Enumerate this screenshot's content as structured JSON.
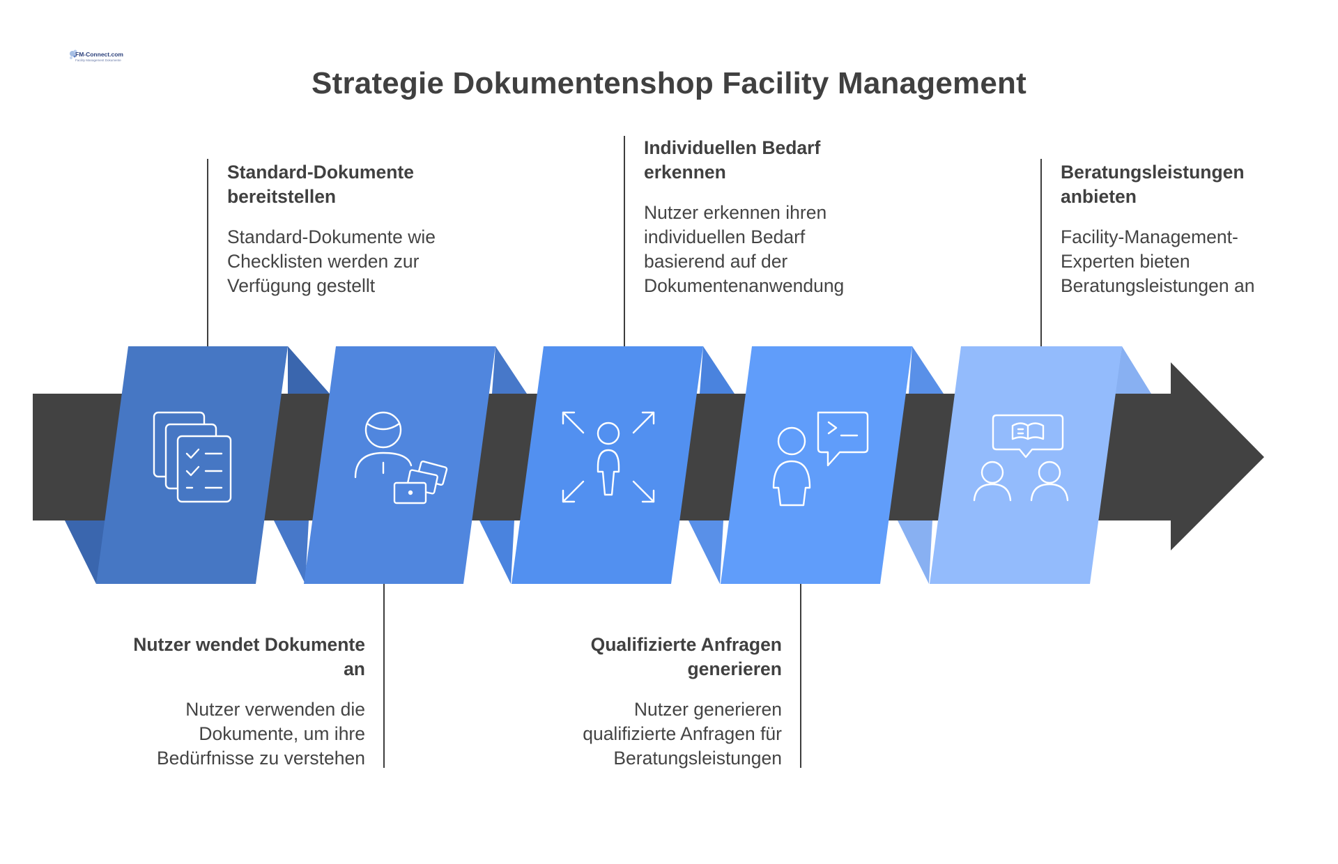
{
  "title": "Strategie Dokumentenshop Facility Management",
  "logo": {
    "name": "FM-Connect.com",
    "tagline": "Facility Management Dokumente"
  },
  "colors": {
    "arrow": "#424242",
    "steps": [
      "#4677c4",
      "#5086de",
      "#5290f0",
      "#609dfa",
      "#93bbfc"
    ],
    "folds": [
      "#3a66ae",
      "#4778c9",
      "#4a83de",
      "#5990e8",
      "#88b0f2"
    ]
  },
  "steps": [
    {
      "icon": "checklist-documents-icon",
      "position": "top",
      "heading": [
        "Standard-Dokumente",
        "bereitstellen"
      ],
      "description": [
        "Standard-Dokumente wie",
        "Checklisten werden zur",
        "Verfügung gestellt"
      ]
    },
    {
      "icon": "user-with-documents-icon",
      "position": "bottom",
      "heading": [
        "Nutzer wendet Dokumente",
        "an"
      ],
      "description": [
        "Nutzer verwenden die",
        "Dokumente, um ihre",
        "Bedürfnisse zu verstehen"
      ]
    },
    {
      "icon": "person-expand-icon",
      "position": "top",
      "heading": [
        "Individuellen Bedarf",
        "erkennen"
      ],
      "description": [
        "Nutzer erkennen ihren",
        "individuellen Bedarf",
        "basierend auf der",
        "Dokumentenanwendung"
      ]
    },
    {
      "icon": "person-terminal-chat-icon",
      "position": "bottom",
      "heading": [
        "Qualifizierte Anfragen",
        "generieren"
      ],
      "description": [
        "Nutzer generieren",
        "qualifizierte Anfragen für",
        "Beratungsleistungen"
      ]
    },
    {
      "icon": "consulting-people-icon",
      "position": "top",
      "heading": [
        "Beratungsleistungen",
        "anbieten"
      ],
      "description": [
        "Facility-Management-",
        "Experten bieten",
        "Beratungsleistungen an"
      ]
    }
  ]
}
